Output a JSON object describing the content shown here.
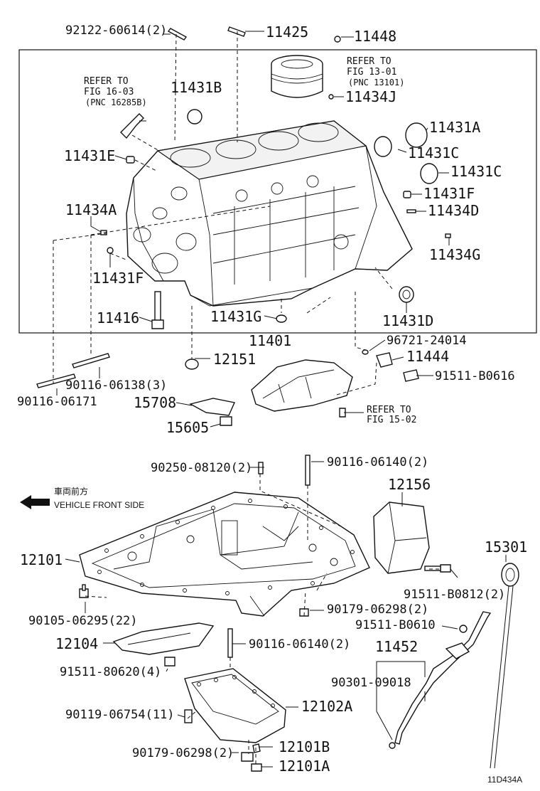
{
  "labels": {
    "p92122": "92122-60614(2)",
    "p11425": "11425",
    "p11448": "11448",
    "p11431B": "11431B",
    "p11434J": "11434J",
    "p11431A": "11431A",
    "p11431E": "11431E",
    "p11431C_1": "11431C",
    "p11431C_2": "11431C",
    "p11431F_r": "11431F",
    "p11434D": "11434D",
    "p11434A": "11434A",
    "p11434G": "11434G",
    "p11431F_l": "11431F",
    "p11416": "11416",
    "p11431G": "11431G",
    "p11431D": "11431D",
    "p11401": "11401",
    "p96721": "96721-24014",
    "p12151": "12151",
    "p11444": "11444",
    "p91511_0616": "91511-B0616",
    "p90116_06138": "90116-06138(3)",
    "p90116_06171": "90116-06171",
    "p15708": "15708",
    "p15605": "15605",
    "p90250": "90250-08120(2)",
    "p90116_06140_a": "90116-06140(2)",
    "p12156": "12156",
    "p12101": "12101",
    "p15301": "15301",
    "p91511_0812": "91511-B0812(2)",
    "p90105": "90105-06295(22)",
    "p90179_a": "90179-06298(2)",
    "p91511_0610": "91511-B0610",
    "p12104": "12104",
    "p90116_06140_b": "90116-06140(2)",
    "p11452": "11452",
    "p91511_80620": "91511-80620(4)",
    "p90301": "90301-09018",
    "p90119": "90119-06754(11)",
    "p12102A": "12102A",
    "p90179_b": "90179-06298(2)",
    "p12101B": "12101B",
    "p12101A": "12101A"
  },
  "refs": {
    "r1603_a": "REFER TO",
    "r1603_b": "FIG 16-03",
    "r1603_c": "(PNC 16285B)",
    "r1301_a": "REFER TO",
    "r1301_b": "FIG 13-01",
    "r1301_c": "(PNC 13101)",
    "r1502_a": "REFER TO",
    "r1502_b": "FIG 15-02"
  },
  "front": {
    "jp": "車両前方",
    "en": "VEHICLE FRONT SIDE"
  },
  "footer": {
    "code": "11D434A"
  }
}
